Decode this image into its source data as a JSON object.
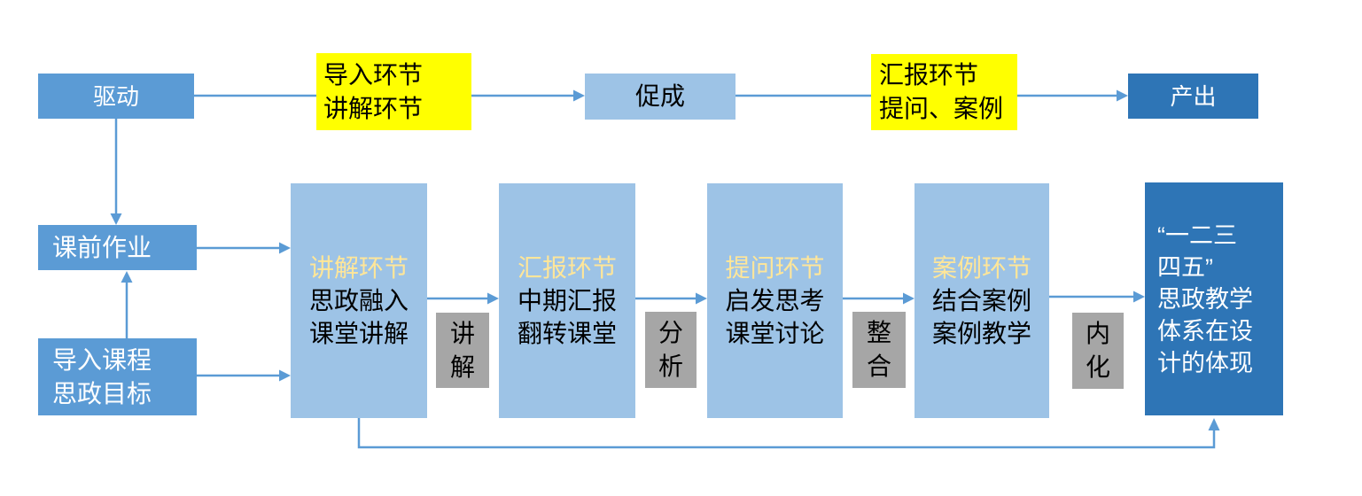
{
  "colors": {
    "medium_blue": "#5B9BD5",
    "light_blue": "#9DC3E6",
    "dark_blue": "#2E75B6",
    "highlight_yellow": "#FFFF00",
    "connector_gray": "#A6A6A6",
    "stage_heading_gold": "#FFE699",
    "arrow_blue": "#5B9BD5"
  },
  "top_row": {
    "drive_label": "驱动",
    "highlight1": {
      "line1": "导入环节",
      "line2": "讲解环节"
    },
    "promote_label": "促成",
    "highlight2": {
      "line1": "汇报环节",
      "line2": "提问、案例"
    },
    "output_label": "产出"
  },
  "left_column": {
    "pre_class_label": "课前作业",
    "intro": {
      "line1": "导入课程",
      "line2": "思政目标"
    }
  },
  "stages": [
    {
      "heading": "讲解环节",
      "line2": "思政融入",
      "line3": "课堂讲解"
    },
    {
      "heading": "汇报环节",
      "line2": "中期汇报",
      "line3": "翻转课堂"
    },
    {
      "heading": "提问环节",
      "line2": "启发思考",
      "line3": "课堂讨论"
    },
    {
      "heading": "案例环节",
      "line2": "结合案例",
      "line3": "案例教学"
    }
  ],
  "gray_connectors": [
    {
      "char1": "讲",
      "char2": "解"
    },
    {
      "char1": "分",
      "char2": "析"
    },
    {
      "char1": "整",
      "char2": "合"
    },
    {
      "char1": "内",
      "char2": "化"
    }
  ],
  "result_box": {
    "line1": "“一二三",
    "line2": "四五”",
    "line3": "思政教学",
    "line4": "体系在设",
    "line5": "计的体现"
  }
}
